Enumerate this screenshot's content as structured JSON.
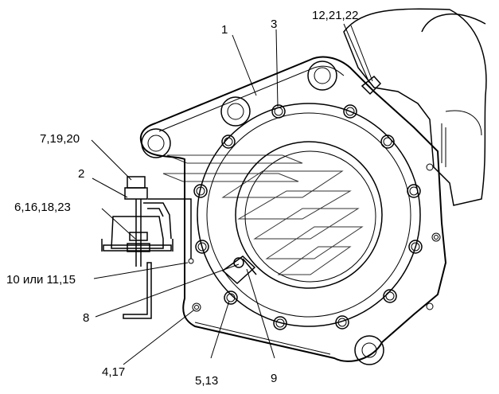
{
  "callouts": {
    "c1": "1",
    "c3": "3",
    "c12": "12,21,22",
    "c7": "7,19,20",
    "c2": "2",
    "c6": "6,16,18,23",
    "c10": "10 или 11,15",
    "c8": "8",
    "c4": "4,17",
    "c5": "5,13",
    "c9": "9"
  }
}
